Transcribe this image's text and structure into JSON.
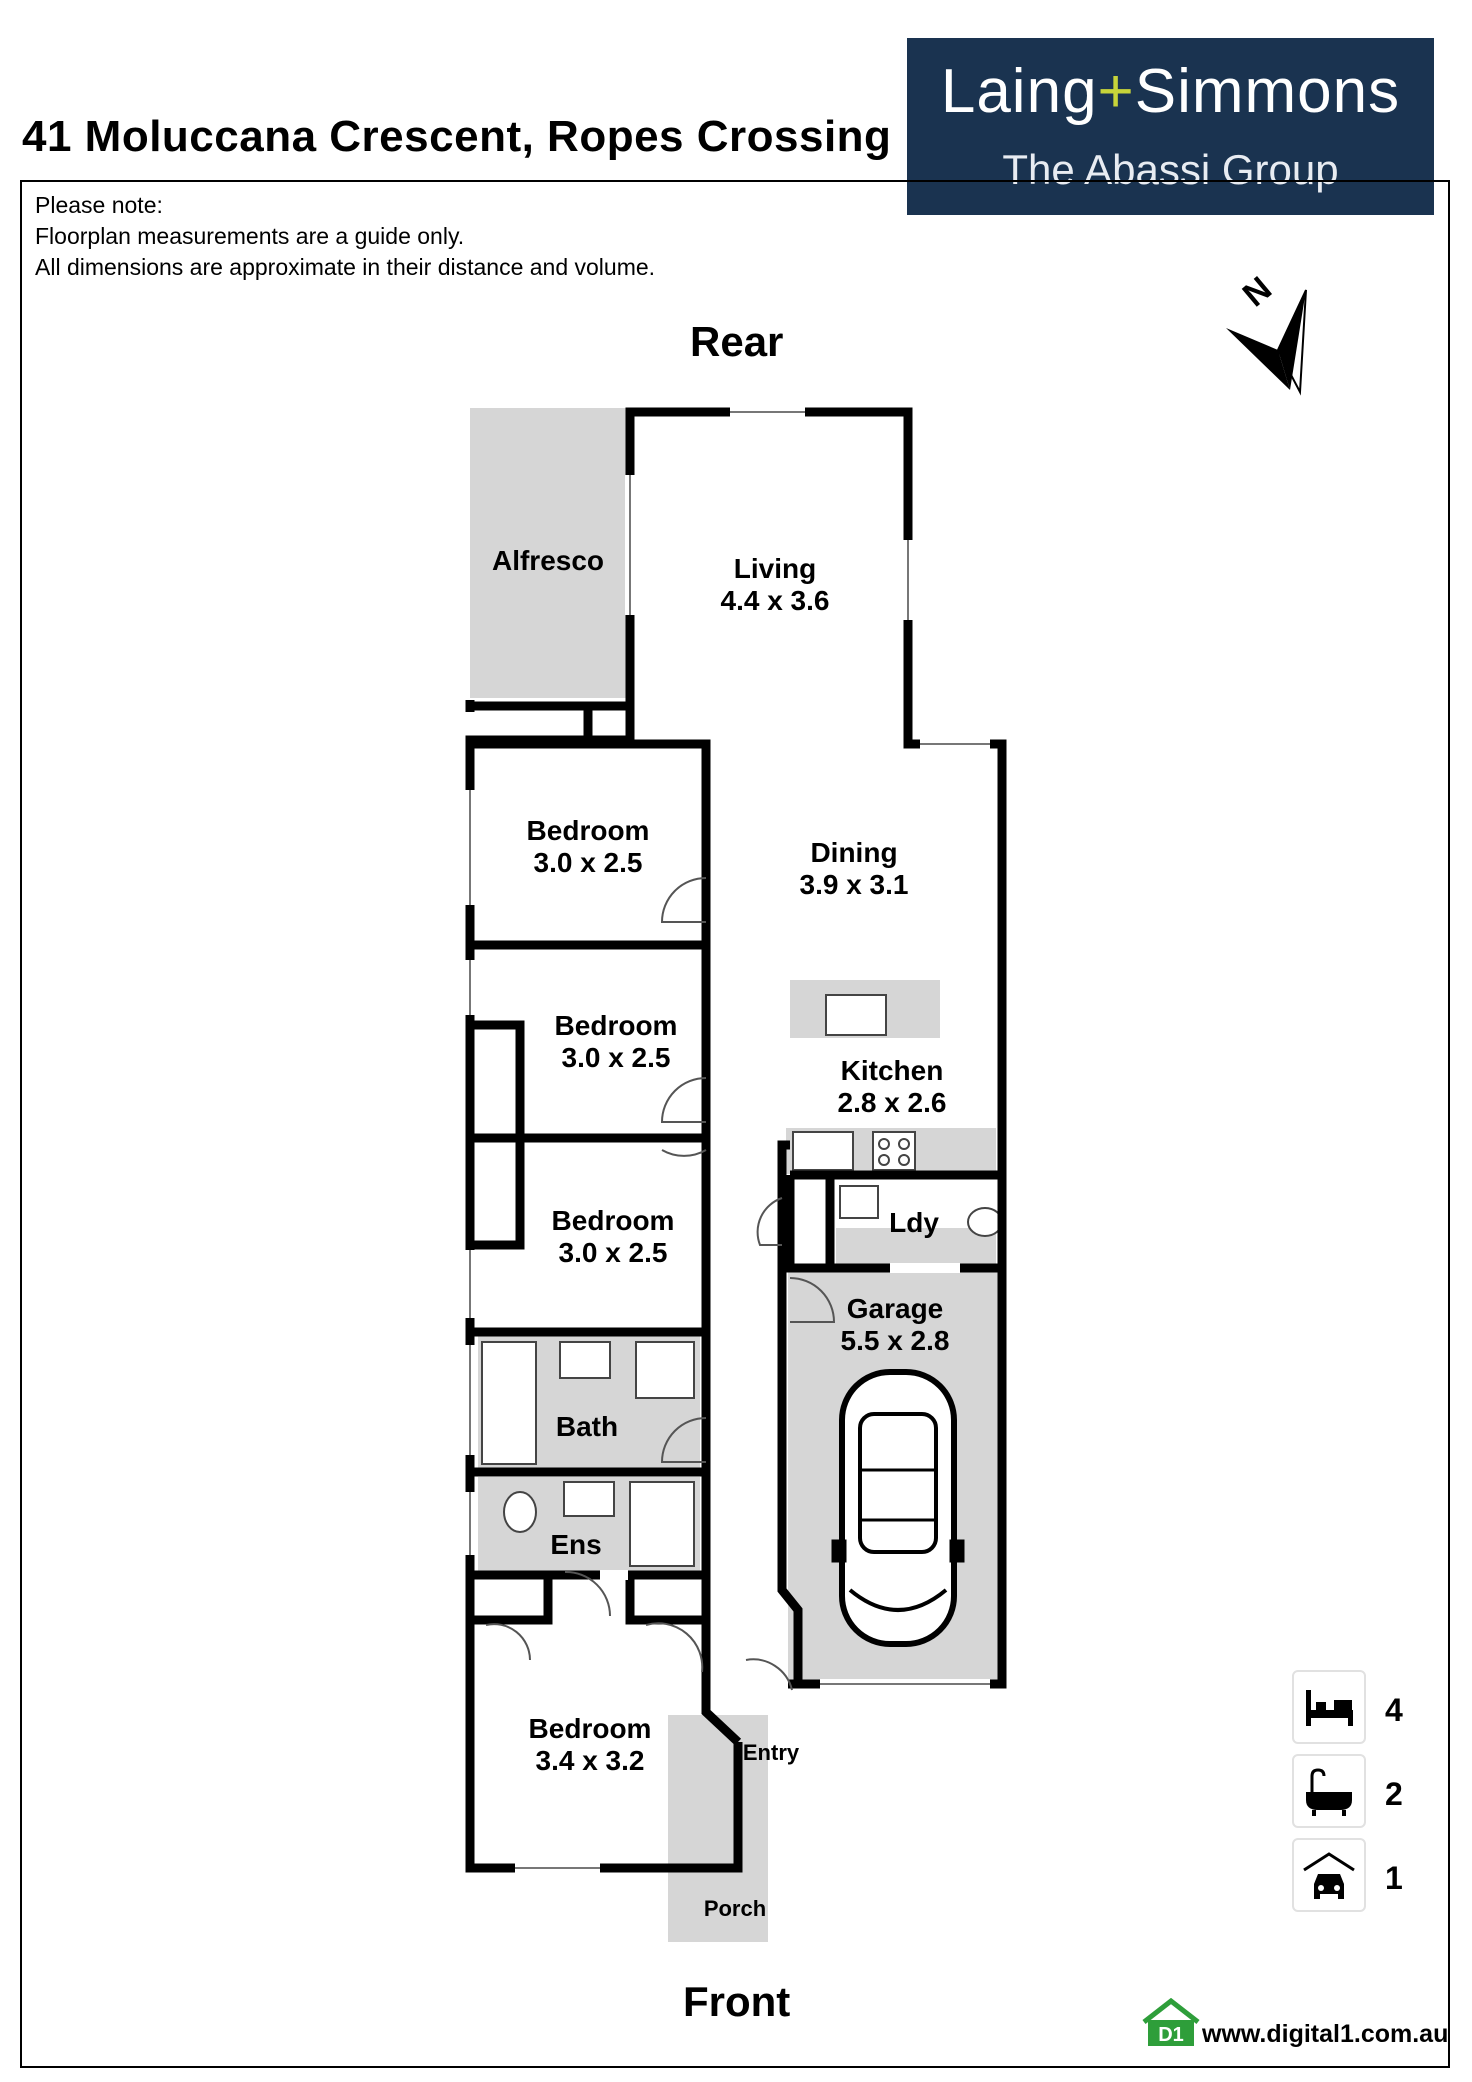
{
  "header": {
    "address": "41 Moluccana Crescent, Ropes Crossing",
    "brand_name_left": "Laing",
    "brand_plus": "+",
    "brand_name_right": "Simmons",
    "brand_sub": "The Abassi Group",
    "brand_color": "#1a3350",
    "brand_accent": "#c7d43a"
  },
  "note": {
    "line1": "Please note:",
    "line2": "Floorplan measurements are a guide only.",
    "line3": "All dimensions are approximate in their distance and volume."
  },
  "orientation": {
    "rear": "Rear",
    "front": "Front",
    "north": "N"
  },
  "rooms": {
    "alfresco": {
      "name": "Alfresco"
    },
    "living": {
      "name": "Living",
      "size": "4.4 x 3.6"
    },
    "bedroom1": {
      "name": "Bedroom",
      "size": "3.0 x 2.5"
    },
    "dining": {
      "name": "Dining",
      "size": "3.9 x 3.1"
    },
    "bedroom2": {
      "name": "Bedroom",
      "size": "3.0 x 2.5"
    },
    "kitchen": {
      "name": "Kitchen",
      "size": "2.8 x 2.6"
    },
    "bedroom3": {
      "name": "Bedroom",
      "size": "3.0 x 2.5"
    },
    "laundry": {
      "name": "Ldy"
    },
    "garage": {
      "name": "Garage",
      "size": "5.5 x 2.8"
    },
    "bath": {
      "name": "Bath"
    },
    "ensuite": {
      "name": "Ens"
    },
    "bedroom4": {
      "name": "Bedroom",
      "size": "3.4 x 3.2"
    },
    "entry": {
      "name": "Entry"
    },
    "porch": {
      "name": "Porch"
    }
  },
  "legend": {
    "bedrooms": "4",
    "bathrooms": "2",
    "car_spaces": "1"
  },
  "footer": {
    "badge": "D1",
    "url": "www.digital1.com.au"
  },
  "colors": {
    "wall": "#000000",
    "shaded_area": "#d6d6d6",
    "badge_green": "#2e9e3a"
  }
}
